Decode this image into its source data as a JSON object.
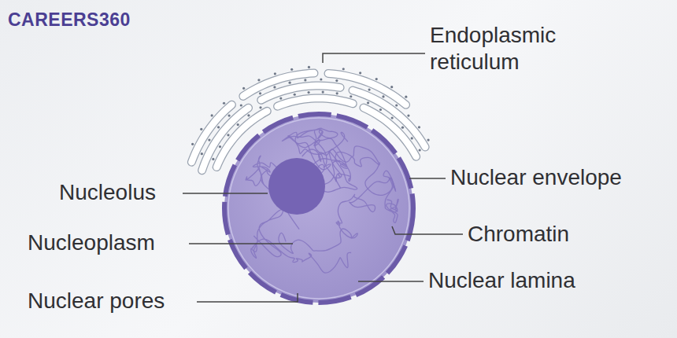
{
  "diagram": {
    "labels": [
      "CAREERS360",
      "Endoplasmic reticulum",
      "Nucleolus",
      "Nuclear envelope",
      "Nucleoplasm",
      "Chromatin",
      "Nuclear lamina",
      "Nuclear pores"
    ]
  }
}
